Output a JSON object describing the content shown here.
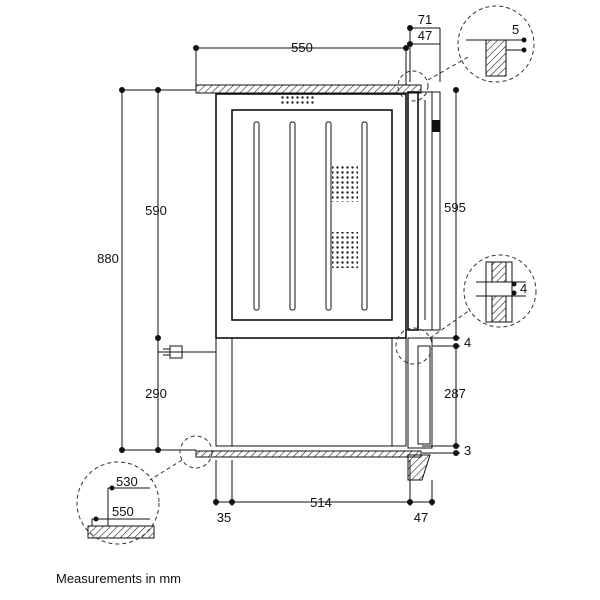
{
  "caption": "Measurements in mm",
  "dimensions": {
    "top_width": "550",
    "top_right_71": "71",
    "top_right_47": "47",
    "left_height_880": "880",
    "left_height_590": "590",
    "left_height_290": "290",
    "right_height_595": "595",
    "right_height_287": "287",
    "right_gap_4": "4",
    "right_gap_3": "3",
    "bottom_35": "35",
    "bottom_514": "514",
    "bottom_47": "47"
  },
  "details": {
    "top_detail_5": "5",
    "mid_detail_4": "4",
    "bottom_detail_530": "530",
    "bottom_detail_550": "550"
  },
  "colors": {
    "ink": "#111111",
    "hatch": "#222222"
  }
}
